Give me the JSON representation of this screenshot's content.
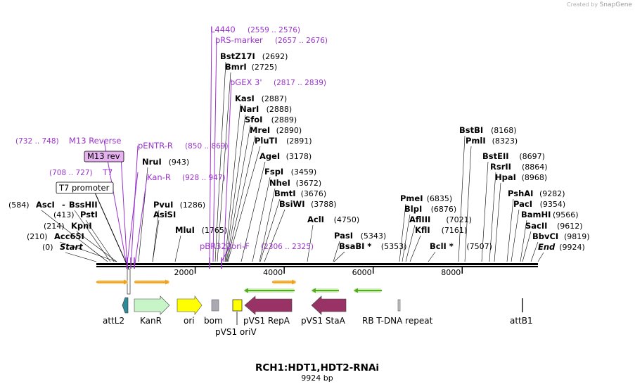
{
  "credit": {
    "prefix": "Created by",
    "brand": "SnapGene"
  },
  "title": "RCH1:HDT1,HDT2-RNAi",
  "subtitle": "9924 bp",
  "ruler": {
    "ticks": [
      "2000",
      "4000",
      "6000",
      "8000"
    ]
  },
  "enzymes": [
    {
      "name": "AscI",
      "pos": "(584)"
    },
    {
      "name": "BssHII",
      "pos": ""
    },
    {
      "name": "PstI",
      "pos": "(413)"
    },
    {
      "name": "KpnI",
      "pos": "(214)"
    },
    {
      "name": "Acc65I",
      "pos": "(210)"
    },
    {
      "name": "Start",
      "pos": "(0)"
    },
    {
      "name": "NruI",
      "pos": "(943)"
    },
    {
      "name": "PvuI",
      "pos": "(1286)"
    },
    {
      "name": "AsiSI",
      "pos": ""
    },
    {
      "name": "MluI",
      "pos": "(1765)"
    },
    {
      "name": "BstZ17I",
      "pos": "(2692)"
    },
    {
      "name": "BmrI",
      "pos": "(2725)"
    },
    {
      "name": "KasI",
      "pos": "(2887)"
    },
    {
      "name": "NarI",
      "pos": "(2888)"
    },
    {
      "name": "SfoI",
      "pos": "(2889)"
    },
    {
      "name": "MreI",
      "pos": "(2890)"
    },
    {
      "name": "PluTI",
      "pos": "(2891)"
    },
    {
      "name": "AgeI",
      "pos": "(3178)"
    },
    {
      "name": "FspI",
      "pos": "(3459)"
    },
    {
      "name": "NheI",
      "pos": "(3672)"
    },
    {
      "name": "BmtI",
      "pos": "(3676)"
    },
    {
      "name": "BsiWI",
      "pos": "(3788)"
    },
    {
      "name": "AclI",
      "pos": "(4750)"
    },
    {
      "name": "PasI",
      "pos": "(5343)"
    },
    {
      "name": "BsaBI *",
      "pos": "(5353)"
    },
    {
      "name": "PmeI",
      "pos": "(6835)"
    },
    {
      "name": "BlpI",
      "pos": "(6876)"
    },
    {
      "name": "AflIII",
      "pos": "(7021)"
    },
    {
      "name": "KflI",
      "pos": "(7161)"
    },
    {
      "name": "BclI *",
      "pos": "(7507)"
    },
    {
      "name": "BstBI",
      "pos": "(8168)"
    },
    {
      "name": "PmlI",
      "pos": "(8323)"
    },
    {
      "name": "BstEII",
      "pos": "(8697)"
    },
    {
      "name": "RsrII",
      "pos": "(8864)"
    },
    {
      "name": "HpaI",
      "pos": "(8968)"
    },
    {
      "name": "PshAI",
      "pos": "(9282)"
    },
    {
      "name": "PacI",
      "pos": "(9354)"
    },
    {
      "name": "BamHI",
      "pos": "(9566)"
    },
    {
      "name": "SacII",
      "pos": "(9612)"
    },
    {
      "name": "BbvCI",
      "pos": "(9819)"
    },
    {
      "name": "End",
      "pos": "(9924)"
    }
  ],
  "primers": [
    {
      "name": "L4440",
      "range": "(2559 .. 2576)"
    },
    {
      "name": "pRS-marker",
      "range": "(2657 .. 2676)"
    },
    {
      "name": "pGEX 3'",
      "range": "(2817 .. 2839)"
    },
    {
      "name": "M13 Reverse",
      "range": "(732 .. 748)"
    },
    {
      "name": "M13 rev",
      "range": ""
    },
    {
      "name": "pENTR-R",
      "range": "(850 .. 869)"
    },
    {
      "name": "T7",
      "range": "(708 .. 727)"
    },
    {
      "name": "Kan-R",
      "range": "(928 .. 947)"
    },
    {
      "name": "T7 promoter",
      "range": ""
    },
    {
      "name": "pBR322ori-F",
      "range": "(2306 .. 2325)"
    }
  ],
  "features": [
    {
      "name": "attL2",
      "color": "#2e8b9a"
    },
    {
      "name": "KanR",
      "color": "#c8f5c8"
    },
    {
      "name": "ori",
      "color": "#ffff00"
    },
    {
      "name": "bom",
      "color": "#a9a9b4"
    },
    {
      "name": "pVS1 oriV",
      "color": "#ffff00"
    },
    {
      "name": "pVS1 RepA",
      "color": "#993366"
    },
    {
      "name": "pVS1 StaA",
      "color": "#993366"
    },
    {
      "name": "RB T-DNA repeat",
      "color": "#c8c8c8"
    },
    {
      "name": "attB1",
      "color": "#555555"
    }
  ],
  "colors": {
    "primer": "#9933cc",
    "enzyme": "#000000",
    "orf_forward": "#f0a020",
    "orf_reverse": "#55aa22"
  }
}
